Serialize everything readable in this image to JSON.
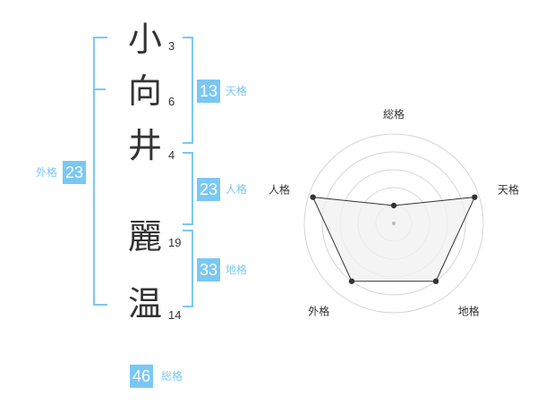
{
  "name": {
    "characters": [
      {
        "char": "小",
        "strokes": "3"
      },
      {
        "char": "向",
        "strokes": "6"
      },
      {
        "char": "井",
        "strokes": "4"
      },
      {
        "char": "麗",
        "strokes": "19"
      },
      {
        "char": "温",
        "strokes": "14"
      }
    ]
  },
  "fortune": {
    "tenkaku": {
      "value": "13",
      "label": "天格"
    },
    "jinkaku": {
      "value": "23",
      "label": "人格"
    },
    "chikaku": {
      "value": "33",
      "label": "地格"
    },
    "gaikaku": {
      "value": "23",
      "label": "外格"
    },
    "soukaku": {
      "value": "46",
      "label": "総格"
    }
  },
  "radar": {
    "axes": [
      "総格",
      "天格",
      "地格",
      "外格",
      "人格"
    ],
    "values": [
      0.2,
      0.95,
      0.8,
      0.8,
      0.95
    ],
    "rings": 5
  },
  "colors": {
    "accent": "#79c8f4",
    "text": "#333333",
    "polygon_fill": "#f0f0f0"
  }
}
